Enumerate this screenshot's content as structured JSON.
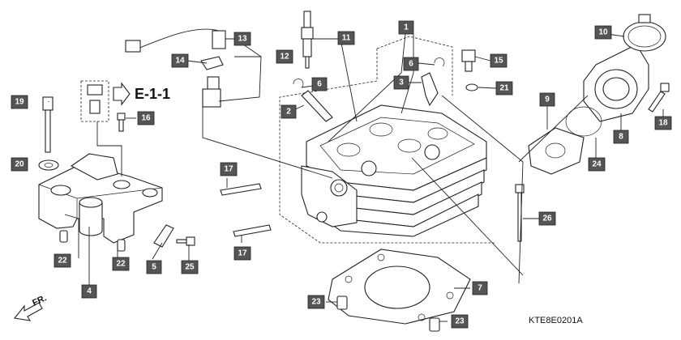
{
  "diagram": {
    "reference_label": "E-1-1",
    "drawing_code": "KTE8E0201A",
    "front_label": "FR.",
    "callouts": [
      {
        "id": "c1",
        "num": "1"
      },
      {
        "id": "c2",
        "num": "2"
      },
      {
        "id": "c3",
        "num": "3"
      },
      {
        "id": "c4",
        "num": "4"
      },
      {
        "id": "c5",
        "num": "5"
      },
      {
        "id": "c6",
        "num": "6"
      },
      {
        "id": "c6b",
        "num": "6"
      },
      {
        "id": "c7",
        "num": "7"
      },
      {
        "id": "c8",
        "num": "8"
      },
      {
        "id": "c9",
        "num": "9"
      },
      {
        "id": "c10",
        "num": "10"
      },
      {
        "id": "c11",
        "num": "11"
      },
      {
        "id": "c12",
        "num": "12"
      },
      {
        "id": "c13",
        "num": "13"
      },
      {
        "id": "c14",
        "num": "14"
      },
      {
        "id": "c15",
        "num": "15"
      },
      {
        "id": "c16",
        "num": "16"
      },
      {
        "id": "c17a",
        "num": "17"
      },
      {
        "id": "c17b",
        "num": "17"
      },
      {
        "id": "c18",
        "num": "18"
      },
      {
        "id": "c19",
        "num": "19"
      },
      {
        "id": "c20",
        "num": "20"
      },
      {
        "id": "c21",
        "num": "21"
      },
      {
        "id": "c22a",
        "num": "22"
      },
      {
        "id": "c22b",
        "num": "22"
      },
      {
        "id": "c23a",
        "num": "23"
      },
      {
        "id": "c23b",
        "num": "23"
      },
      {
        "id": "c24",
        "num": "24"
      },
      {
        "id": "c25",
        "num": "25"
      },
      {
        "id": "c26",
        "num": "26"
      }
    ]
  }
}
